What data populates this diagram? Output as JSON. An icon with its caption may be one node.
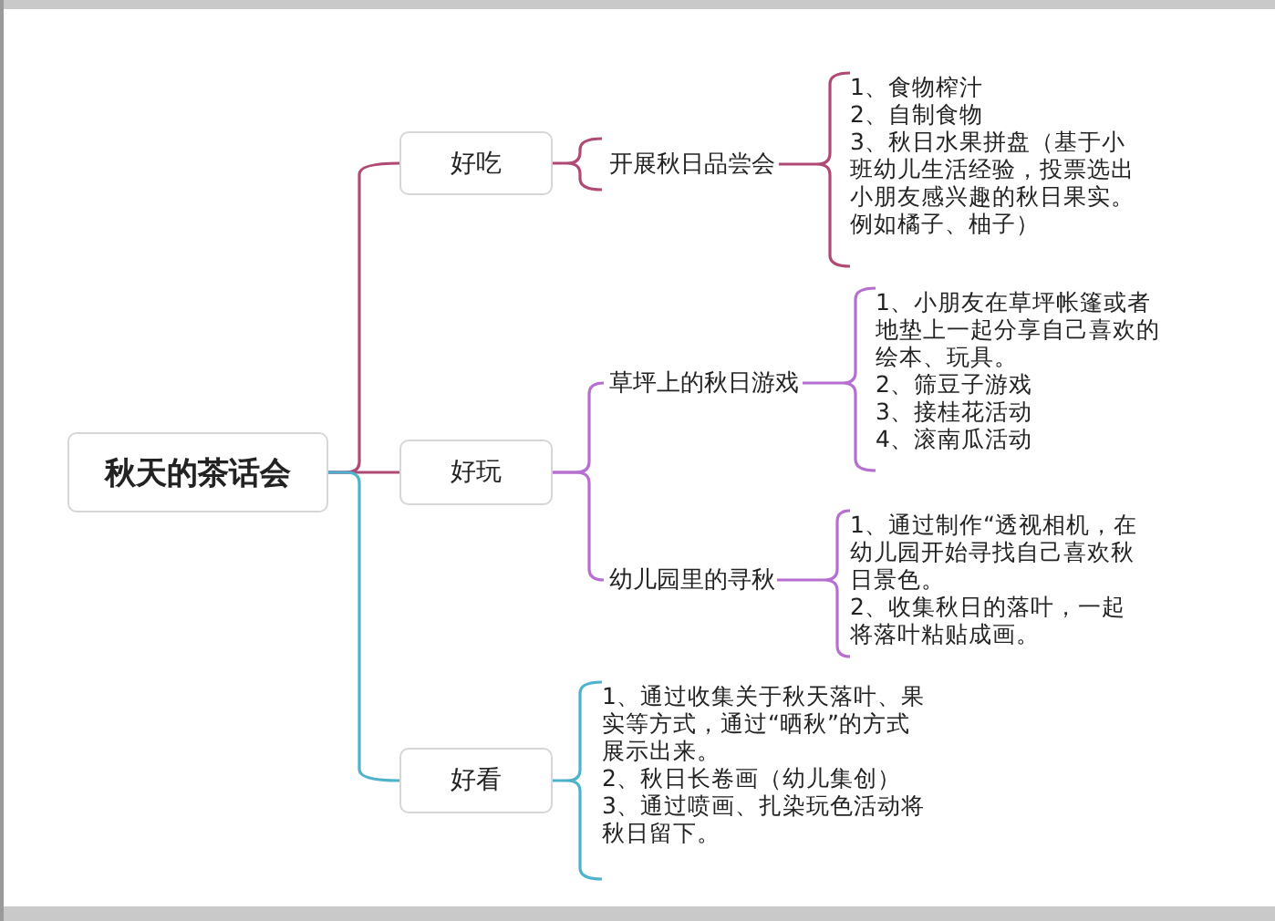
{
  "diagram": {
    "nodes": [
      {
        "text": [
          "秋天的茶话会"
        ]
      },
      {
        "text": [
          "好吃"
        ]
      },
      {
        "text": [
          "好玩"
        ]
      },
      {
        "text": [
          "好看"
        ]
      },
      {
        "text": [
          "开展秋日品尝会"
        ]
      },
      {
        "text": [
          "1、食物榨汁",
          "2、自制食物",
          "3、秋日水果拼盘（基于小班幼儿生活经验，投票选出小朋友感兴趣的秋日果实。例如橘子、柚子）"
        ]
      },
      {
        "text": [
          "草坪上的秋日游戏"
        ]
      },
      {
        "text": [
          "1、小朋友在草坪帐篷或者地垫上一起分享自己喜欢的绘本、玩具。",
          "2、筛豆子游戏",
          "3、接桂花活动",
          "4、滚南瓜活动"
        ]
      },
      {
        "text": [
          "幼儿园里的寻秋"
        ]
      },
      {
        "text": [
          "1、通过制作“透视相机，在幼儿园开始寻找自己喜欢秋日景色。",
          "2、收集秋日的落叶，一起将落叶粘贴成画。"
        ]
      },
      {
        "text": [
          "1、通过收集关于秋天落叶、果实等方式，通过“晒秋”的方式展示出来。",
          "2、秋日长卷画（幼儿集创）",
          "3、通过喷画、扎染玩色活动将秋日留下。"
        ]
      }
    ],
    "edges": [
      {
        "from": 0,
        "to": 1,
        "arrow": "none",
        "color": "#b04a74"
      },
      {
        "from": 0,
        "to": 2,
        "arrow": "none",
        "color": "#b04a74"
      },
      {
        "from": 0,
        "to": 3,
        "arrow": "none",
        "color": "#4db3cc"
      },
      {
        "from": 1,
        "to": 4,
        "arrow": "none",
        "color": "#b04a74"
      },
      {
        "from": 4,
        "to": 5,
        "arrow": "none",
        "color": "#b04a74"
      },
      {
        "from": 2,
        "to": 6,
        "arrow": "none",
        "color": "#b56fd0"
      },
      {
        "from": 2,
        "to": 8,
        "arrow": "none",
        "color": "#b56fd0"
      },
      {
        "from": 6,
        "to": 7,
        "arrow": "none",
        "color": "#b56fd0"
      },
      {
        "from": 8,
        "to": 9,
        "arrow": "none",
        "color": "#b56fd0"
      },
      {
        "from": 3,
        "to": 10,
        "arrow": "none",
        "color": "#4db3cc"
      }
    ]
  }
}
